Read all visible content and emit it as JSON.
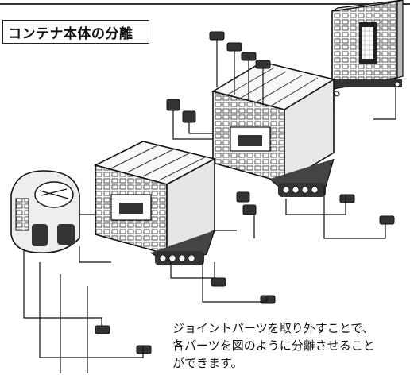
{
  "header": {
    "title": "コンテナ本体の分離"
  },
  "caption": {
    "line1": "ジョイントパーツを取り外すことで、",
    "line2": "各パーツを図のように分離させること",
    "line3": "ができます。"
  }
}
